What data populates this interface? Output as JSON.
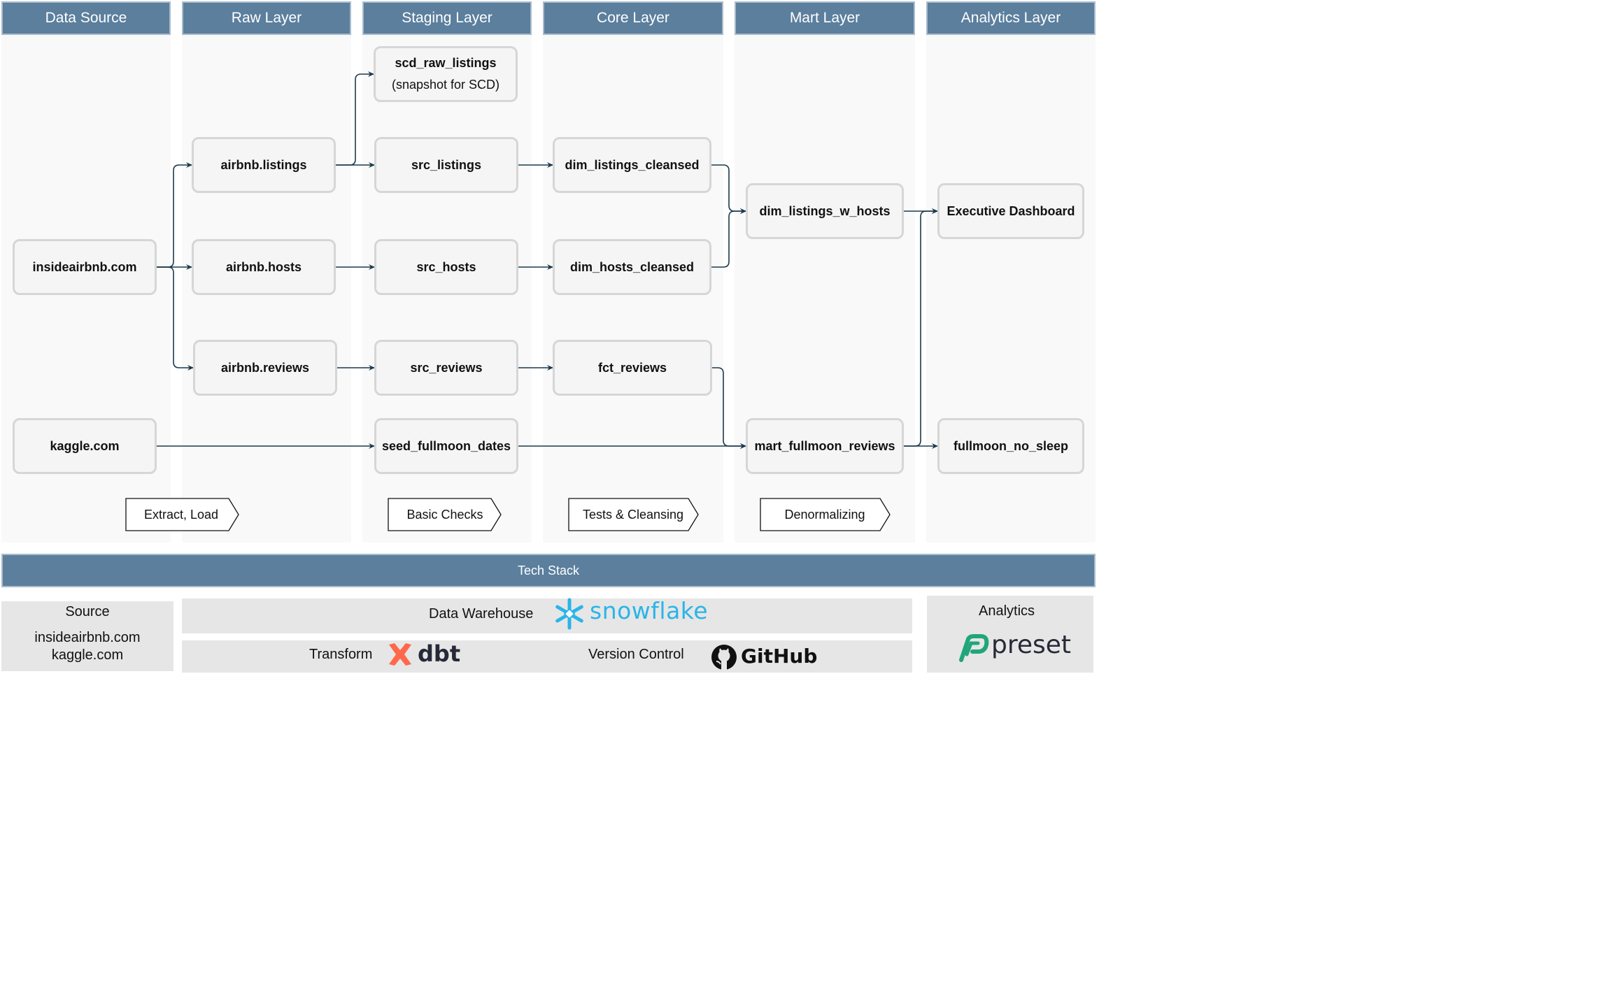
{
  "columns": [
    {
      "header": "Data Source"
    },
    {
      "header": "Raw Layer"
    },
    {
      "header": "Staging Layer"
    },
    {
      "header": "Core Layer"
    },
    {
      "header": "Mart Layer"
    },
    {
      "header": "Analytics Layer"
    }
  ],
  "nodes": {
    "insideairbnb": "insideairbnb.com",
    "kaggle": "kaggle.com",
    "raw_listings": "airbnb.listings",
    "raw_hosts": "airbnb.hosts",
    "raw_reviews": "airbnb.reviews",
    "scd_title": "scd_raw_listings",
    "scd_sub": "(snapshot for SCD)",
    "src_listings": "src_listings",
    "src_hosts": "src_hosts",
    "src_reviews": "src_reviews",
    "seed_fullmoon": "seed_fullmoon_dates",
    "dim_listings_cleansed": "dim_listings_cleansed",
    "dim_hosts_cleansed": "dim_hosts_cleansed",
    "fct_reviews": "fct_reviews",
    "dim_listings_w_hosts": "dim_listings_w_hosts",
    "mart_fullmoon_reviews": "mart_fullmoon_reviews",
    "executive_dashboard": "Executive Dashboard",
    "fullmoon_no_sleep": "fullmoon_no_sleep"
  },
  "steps": [
    "Extract, Load",
    "Basic Checks",
    "Tests & Cleansing",
    "Denormalizing"
  ],
  "tech_stack": {
    "title": "Tech Stack",
    "source_label": "Source",
    "source_items": [
      "insideairbnb.com",
      "kaggle.com"
    ],
    "warehouse_label": "Data Warehouse",
    "warehouse_logo": "snowflake",
    "transform_label": "Transform",
    "transform_logo": "dbt",
    "vcs_label": "Version Control",
    "vcs_logo": "GitHub",
    "analytics_label": "Analytics",
    "analytics_logo": "preset"
  },
  "colors": {
    "header": "#5b7f9d",
    "edge": "#1b3a4b",
    "snowflake": "#29b5e8",
    "dbt": "#ff694a",
    "preset": "#20a67a"
  }
}
